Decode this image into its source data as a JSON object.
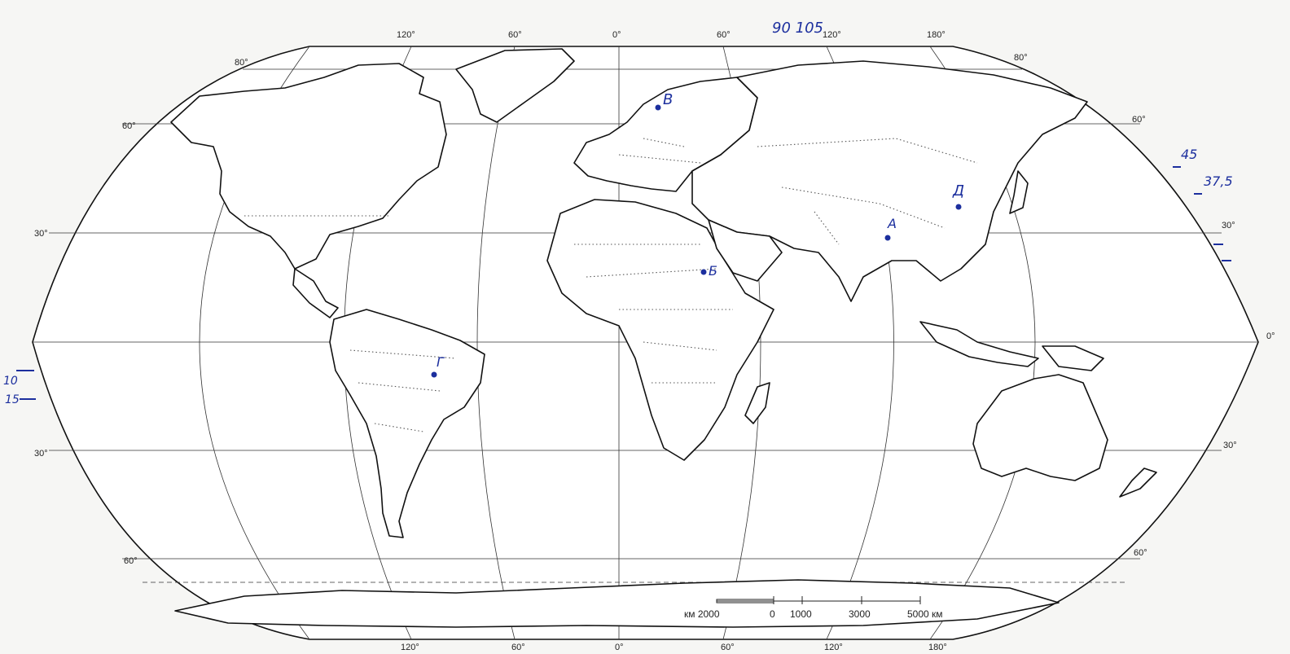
{
  "map": {
    "longitude_labels_top": [
      "120°",
      "60°",
      "0°",
      "60°",
      "120°",
      "180°"
    ],
    "longitude_labels_bottom": [
      "120°",
      "60°",
      "0°",
      "60°",
      "120°",
      "180°"
    ],
    "latitude_labels_left": [
      "80°",
      "60°",
      "30°",
      "30°",
      "60°"
    ],
    "latitude_labels_right": [
      "80°",
      "60°",
      "30°",
      "0°",
      "30°",
      "60°"
    ],
    "scale": {
      "labels": [
        "км 2000",
        "0",
        "1000",
        "3000",
        "5000 км"
      ]
    }
  },
  "annotations": {
    "top_numbers": "90 105",
    "right_numbers": [
      "45",
      "37,5"
    ],
    "left_numbers": [
      "10",
      "15"
    ],
    "point_letters": [
      "A",
      "Б",
      "В",
      "Г",
      "Д"
    ]
  },
  "colors": {
    "ink": "#111111",
    "paper": "#f6f6f4",
    "pen": "#1c2f9e"
  }
}
